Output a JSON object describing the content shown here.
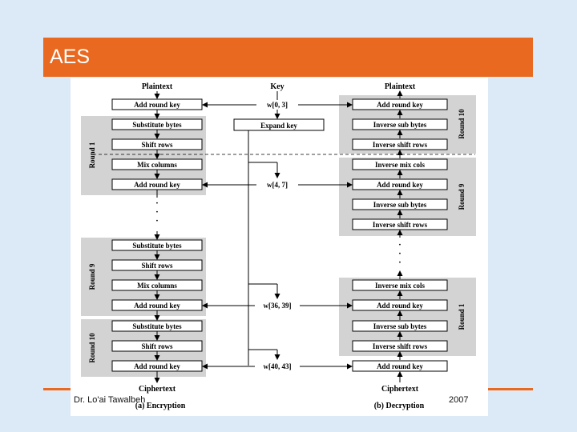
{
  "slide": {
    "title": "AES",
    "footer_left": "Dr. Lo'ai Tawalbeh",
    "footer_right": "2007"
  },
  "diagram": {
    "top_labels": {
      "plaintext_left": "Plaintext",
      "key": "Key",
      "plaintext_right": "Plaintext"
    },
    "bottom_labels": {
      "ciphertext_left": "Ciphertext",
      "ciphertext_right": "Ciphertext"
    },
    "captions": {
      "encryption": "(a) Encryption",
      "decryption": "(b) Decryption"
    },
    "encryption_boxes": [
      "Add round key",
      "Substitute bytes",
      "Shift rows",
      "Mix columns",
      "Add round key",
      "Substitute bytes",
      "Shift rows",
      "Mix columns",
      "Add round key",
      "Substitute bytes",
      "Shift rows",
      "Add round key"
    ],
    "decryption_boxes": [
      "Add round key",
      "Inverse sub bytes",
      "Inverse shift rows",
      "Inverse mix cols",
      "Add round key",
      "Inverse sub bytes",
      "Inverse shift rows",
      "Inverse mix cols",
      "Add round key",
      "Inverse sub bytes",
      "Inverse shift rows",
      "Add round key"
    ],
    "expand_key": "Expand key",
    "key_words": [
      "w[0, 3]",
      "w[4, 7]",
      "w[36, 39]",
      "w[40, 43]"
    ],
    "round_labels_left": [
      "Round 1",
      "Round 9",
      "Round 10"
    ],
    "round_labels_right": [
      "Round 10",
      "Round 9",
      "Round 1"
    ]
  }
}
